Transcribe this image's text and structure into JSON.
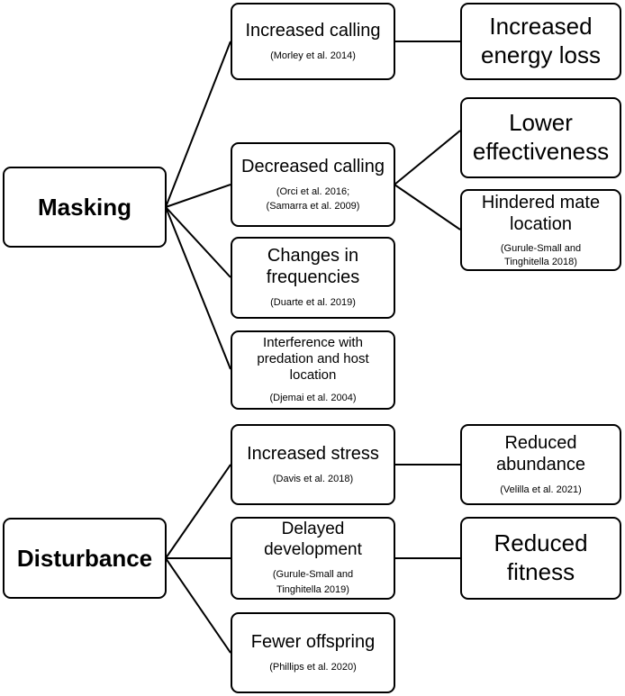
{
  "roots": {
    "masking": "Masking",
    "disturbance": "Disturbance"
  },
  "effects": {
    "increased_calling": {
      "title": "Increased calling",
      "cite": "(Morley et al. 2014)"
    },
    "decreased_calling": {
      "title": "Decreased calling",
      "cite": [
        "(Orci et al. 2016;",
        "(Samarra et al. 2009)"
      ]
    },
    "changes_in_frequencies": {
      "title": [
        "Changes in",
        "frequencies"
      ],
      "cite": "(Duarte et al. 2019)"
    },
    "interference": {
      "title": [
        "Interference with",
        "predation and host",
        "location"
      ],
      "cite": "(Djemai et al. 2004)"
    },
    "increased_stress": {
      "title": "Increased stress",
      "cite": "(Davis et al. 2018)"
    },
    "delayed_development": {
      "title": [
        "Delayed",
        "development"
      ],
      "cite": [
        "(Gurule-Small and",
        "Tinghitella 2019)"
      ]
    },
    "fewer_offspring": {
      "title": "Fewer offspring",
      "cite": "(Phillips et al. 2020)"
    }
  },
  "outcomes": {
    "increased_energy_loss": {
      "title": [
        "Increased",
        "energy loss"
      ]
    },
    "lower_effectiveness": {
      "title": [
        "Lower",
        "effectiveness"
      ]
    },
    "hindered_mate_location": {
      "title": [
        "Hindered mate",
        "location"
      ],
      "cite": [
        "(Gurule-Small and",
        "Tinghitella 2018)"
      ]
    },
    "reduced_abundance": {
      "title": [
        "Reduced",
        "abundance"
      ],
      "cite": "(Velilla et al. 2021)"
    },
    "reduced_fitness": {
      "title": [
        "Reduced",
        "fitness"
      ]
    }
  },
  "colors": {
    "stroke": "#000000",
    "fill": "#ffffff"
  }
}
